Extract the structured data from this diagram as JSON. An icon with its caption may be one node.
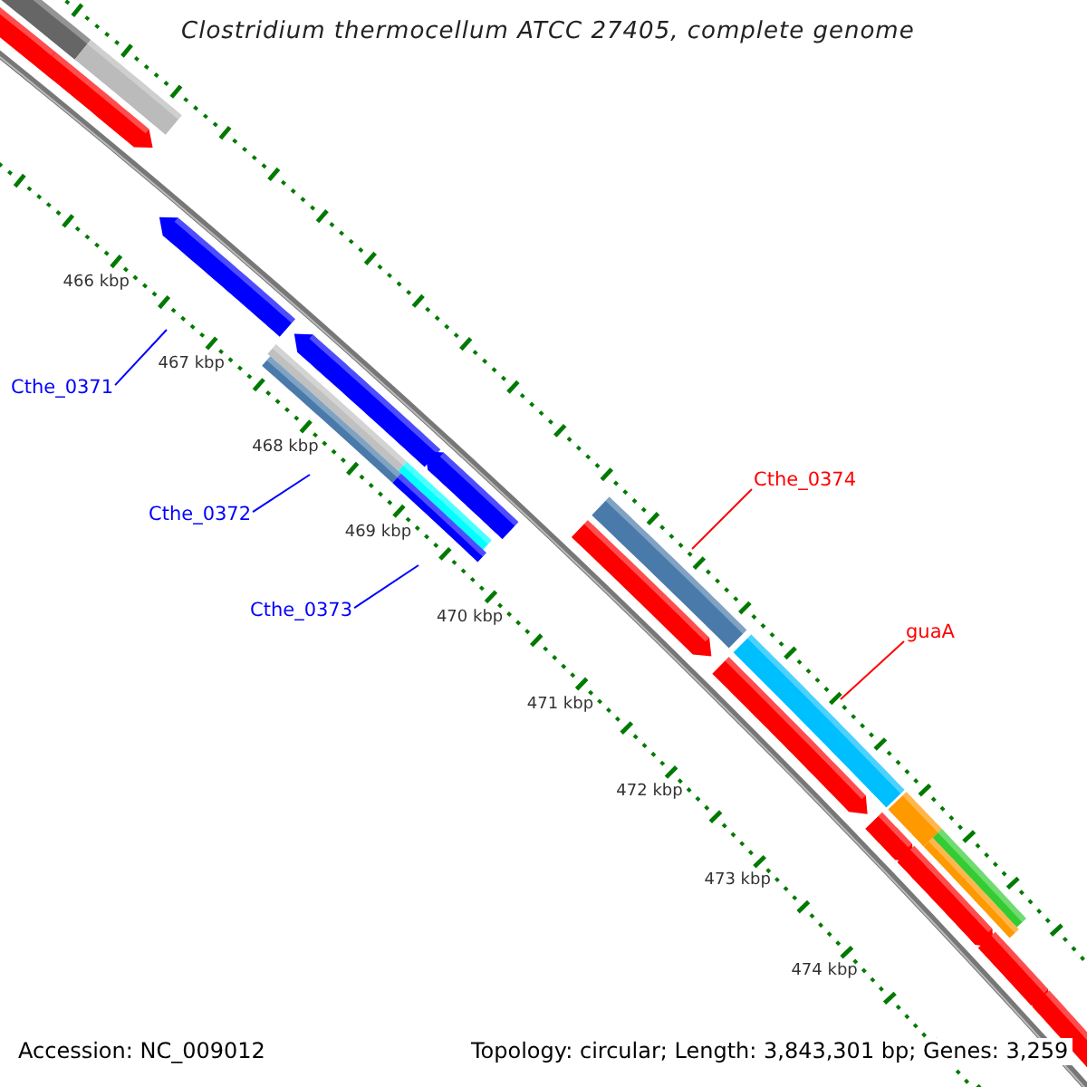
{
  "diagram": {
    "title": "Clostridium thermocellum ATCC 27405, complete genome",
    "nodes": [
      {
        "text": [
          "Cthe_0371"
        ]
      },
      {
        "text": [
          "Cthe_0372"
        ]
      },
      {
        "text": [
          "Cthe_0373"
        ]
      },
      {
        "text": [
          "Cthe_0374"
        ]
      },
      {
        "text": [
          "guaA"
        ]
      }
    ],
    "edges": [
      {
        "from": 0,
        "to": null,
        "arrow": "none"
      },
      {
        "from": 1,
        "to": null,
        "arrow": "none"
      },
      {
        "from": 2,
        "to": null,
        "arrow": "none"
      },
      {
        "from": 3,
        "to": null,
        "arrow": "none",
        "color": "#ff0000"
      },
      {
        "from": 4,
        "to": null,
        "arrow": "none",
        "color": "#ff0000"
      }
    ],
    "labels": [
      "466 kbp",
      "467 kbp",
      "468 kbp",
      "469 kbp",
      "470 kbp",
      "471 kbp",
      "472 kbp",
      "473 kbp",
      "474 kbp",
      "Accession: NC_009012",
      "Topology: circular; Length: 3,843,301 bp; Genes: 3,259"
    ]
  }
}
